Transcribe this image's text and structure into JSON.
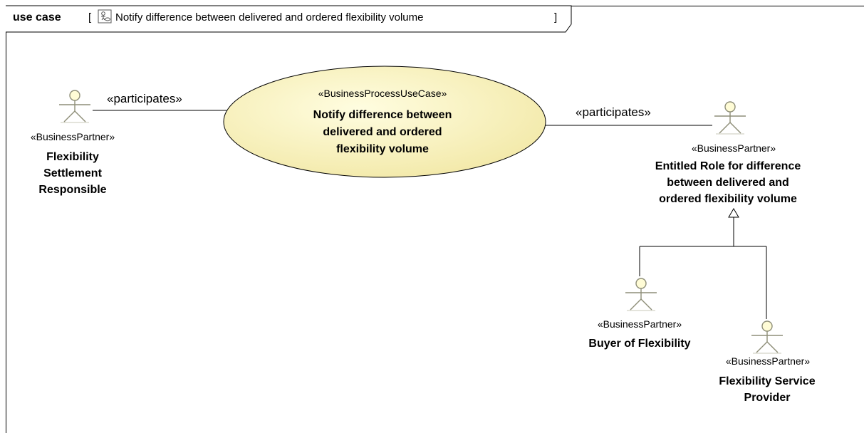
{
  "frame": {
    "keyword": "use case",
    "open_bracket": "[",
    "diagram_icon": "business-process-icon",
    "title": "Notify difference between delivered and ordered flexibility volume",
    "close_bracket": "]"
  },
  "use_case": {
    "stereotype": "«BusinessProcessUseCase»",
    "name_lines": [
      "Notify difference between",
      "delivered and ordered",
      "flexibility volume"
    ]
  },
  "actors": {
    "settlement": {
      "stereotype": "«BusinessPartner»",
      "name_lines": [
        "Flexibility",
        "Settlement",
        "Responsible"
      ]
    },
    "entitled": {
      "stereotype": "«BusinessPartner»",
      "name_lines": [
        "Entitled Role for difference",
        "between delivered and",
        "ordered flexibility volume"
      ]
    },
    "buyer": {
      "stereotype": "«BusinessPartner»",
      "name_lines": [
        "Buyer of Flexibility"
      ]
    },
    "provider": {
      "stereotype": "«BusinessPartner»",
      "name_lines": [
        "Flexibility Service",
        "Provider"
      ]
    }
  },
  "associations": {
    "left_label": "«participates»",
    "right_label": "«participates»"
  },
  "colors": {
    "use_case_fill_light": "#fffde0",
    "use_case_fill_dark": "#f2e8a6",
    "actor_head_fill": "#fffcd6",
    "actor_stroke": "#8e8e78",
    "line": "#000000"
  }
}
